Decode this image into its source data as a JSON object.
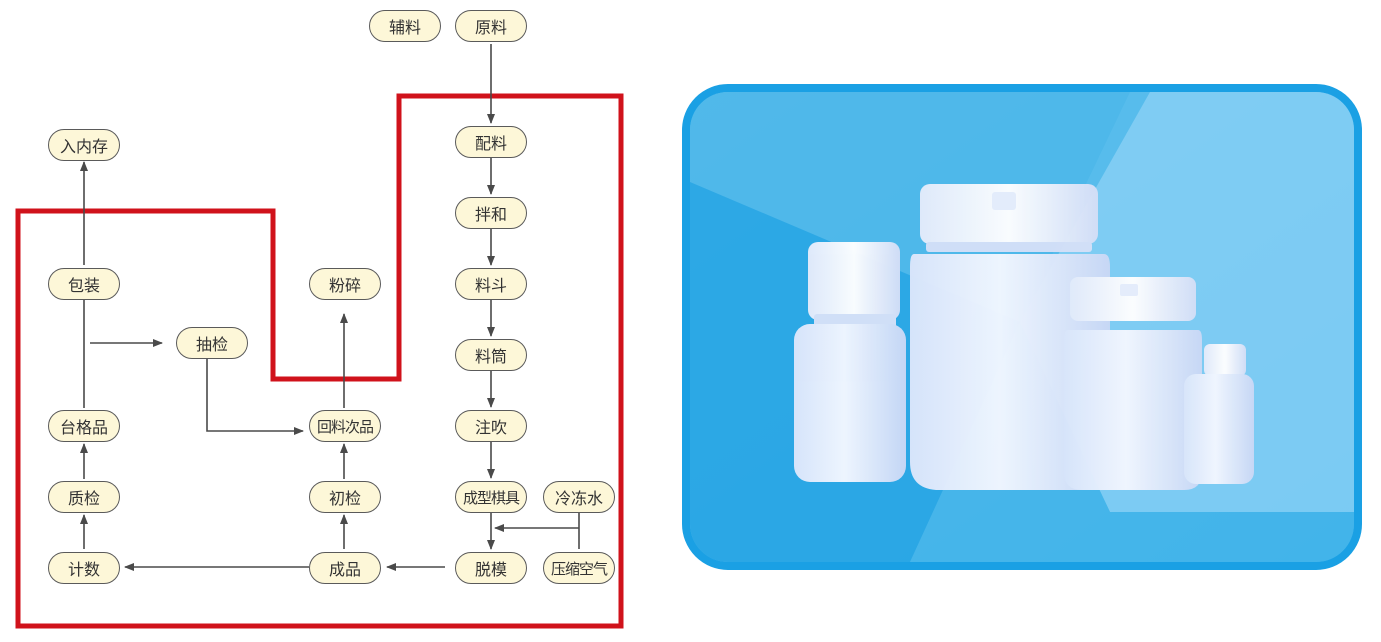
{
  "process_flow": {
    "nodes": {
      "fuliao": "辅料",
      "yuanliao": "原料",
      "peiliao": "配料",
      "banhe": "拌和",
      "liaodou": "料斗",
      "liaotong": "料筒",
      "zhuchui": "注吹",
      "chengxing_muju": "成型棋具",
      "lengdongshui": "冷冻水",
      "tuomo": "脱模",
      "yasuo_kongqi": "压缩空气",
      "chengpin": "成品",
      "jishu": "计数",
      "zhijian": "质检",
      "hegepin": "台格品",
      "baozhuang": "包装",
      "runeicun": "入内存",
      "choujian": "抽检",
      "fensui": "粉碎",
      "huiliao_cipin": "回料次品",
      "chujian": "初检"
    },
    "clean_zone_border_color": "#d0121b",
    "node_fill_color": "#fdf7d8"
  },
  "product_photo": {
    "frame_color": "#1aa0e4",
    "background_color": "#2aa7e6",
    "subject": "white plastic bottles and jars"
  }
}
